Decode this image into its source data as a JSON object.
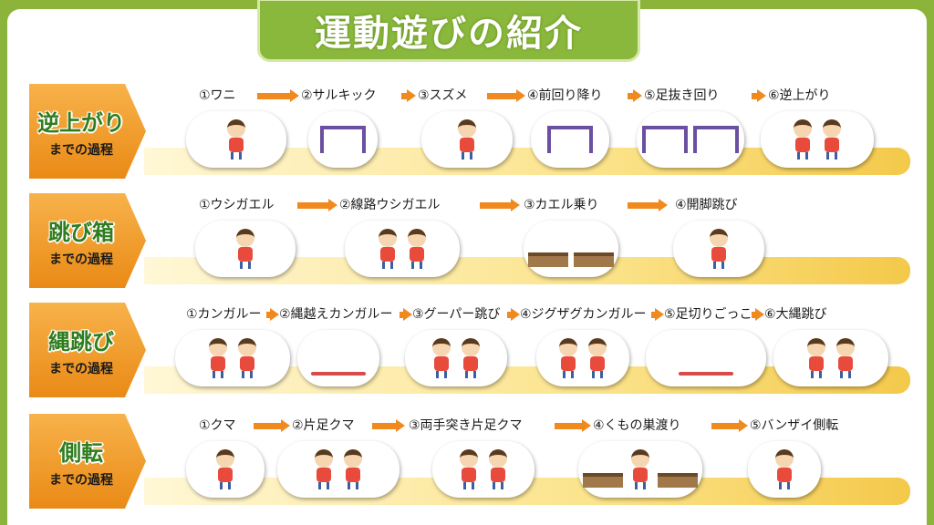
{
  "title": "運動遊びの紹介",
  "sections": [
    {
      "label_main": "逆上がり",
      "label_sub": "までの過程",
      "steps": [
        "①ワニ",
        "②サルキック",
        "③スズメ",
        "④前回り降り",
        "⑤足抜き回り",
        "⑥逆上がり"
      ]
    },
    {
      "label_main": "跳び箱",
      "label_sub": "までの過程",
      "steps": [
        "①ウシガエル",
        "②線路ウシガエル",
        "③カエル乗り",
        "④開脚跳び"
      ]
    },
    {
      "label_main": "縄跳び",
      "label_sub": "までの過程",
      "steps": [
        "①カンガルー",
        "②縄越えカンガルー",
        "③グーパー跳び",
        "④ジグザグカンガルー",
        "⑤足切りごっこ",
        "⑥大縄跳び"
      ]
    },
    {
      "label_main": "側転",
      "label_sub": "までの過程",
      "steps": [
        "①クマ",
        "②片足クマ",
        "③両手突き片足クマ",
        "④くもの巣渡り",
        "⑤バンザイ側転"
      ]
    }
  ],
  "colors": {
    "frame": "#8cb33a",
    "label_orange": "#ea8a16",
    "label_text_green": "#2f7d1f",
    "arrow_orange": "#f08a1e",
    "track_yellow": "#f4c94a"
  },
  "icons": [
    "arrow-right-icon",
    "child-illustration-icon"
  ]
}
